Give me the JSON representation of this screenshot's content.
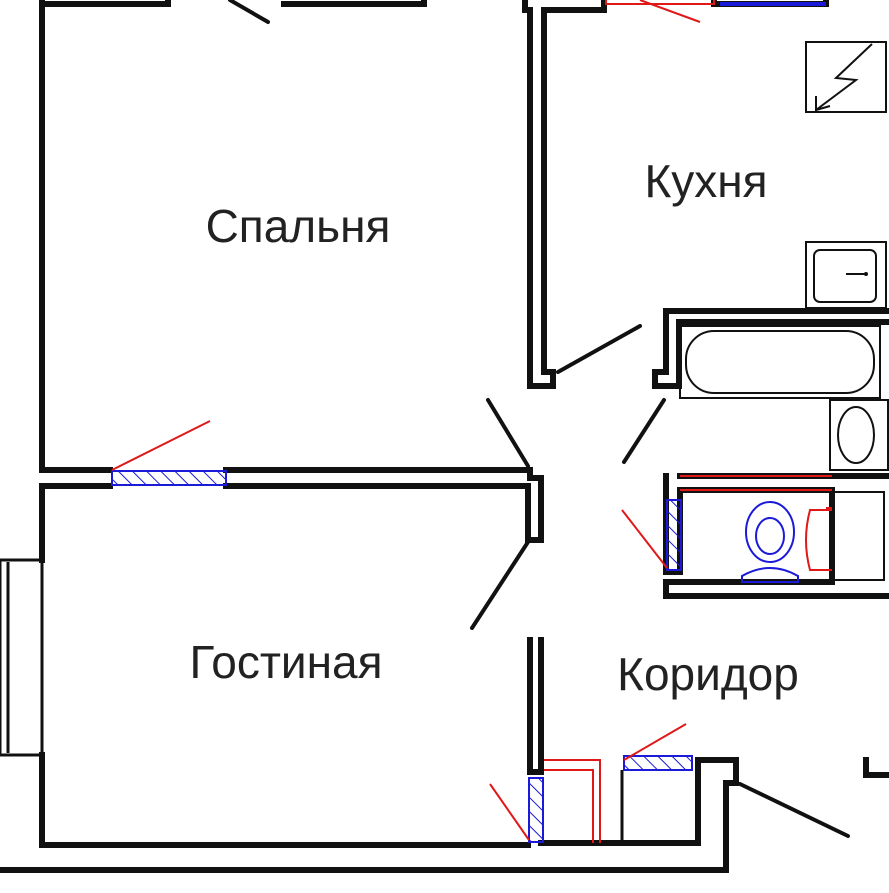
{
  "rooms": {
    "bedroom": "Спальня",
    "kitchen": "Кухня",
    "living_room": "Гостиная",
    "corridor": "Коридор"
  },
  "colors": {
    "wall": "#111111",
    "new_partition_blue": "#1a1ad8",
    "removed_wall_red": "#e01818",
    "background": "#ffffff"
  },
  "icons": {
    "stove": "electric-stove-icon",
    "sink": "kitchen-sink-icon",
    "bathtub": "bathtub-icon",
    "washbasin": "washbasin-icon",
    "toilet": "toilet-icon"
  }
}
